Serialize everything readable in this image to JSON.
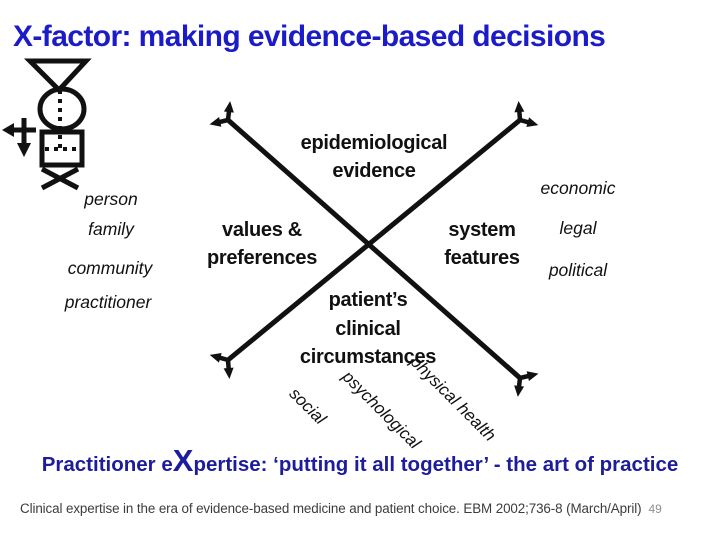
{
  "slide": {
    "title": "X-factor: making evidence-based decisions"
  },
  "diagram": {
    "top_label": {
      "line1": "epidemiological",
      "line2": "evidence"
    },
    "left_label": {
      "line1": "values &",
      "line2": "preferences"
    },
    "right_label": {
      "line1": "system",
      "line2": "features"
    },
    "bottom_label": {
      "line1": "patient’s",
      "line2": "clinical",
      "line3": "circumstances"
    },
    "person_contexts": [
      "person",
      "family",
      "community",
      "practitioner"
    ],
    "system_contexts": [
      "economic",
      "legal",
      "political"
    ],
    "circumstance_dimensions": [
      "social",
      "psychological",
      "physical health"
    ],
    "icon": "person-figure-icon"
  },
  "footer": {
    "expertise_prefix": "Practitioner e",
    "expertise_x": "X",
    "expertise_suffix": "pertise: ‘putting it all together’ - the art of practice",
    "citation": "Clinical expertise in the era of evidence-based medicine and patient choice. EBM 2002;736-8 (March/April)",
    "page_number": "49"
  },
  "colors": {
    "title_blue": "#1b1bc8",
    "expertise_navy": "#1c1c9c",
    "ink": "#111111",
    "citation_gray": "#3c3c3c",
    "page_number_gray": "#8f8f8f"
  }
}
